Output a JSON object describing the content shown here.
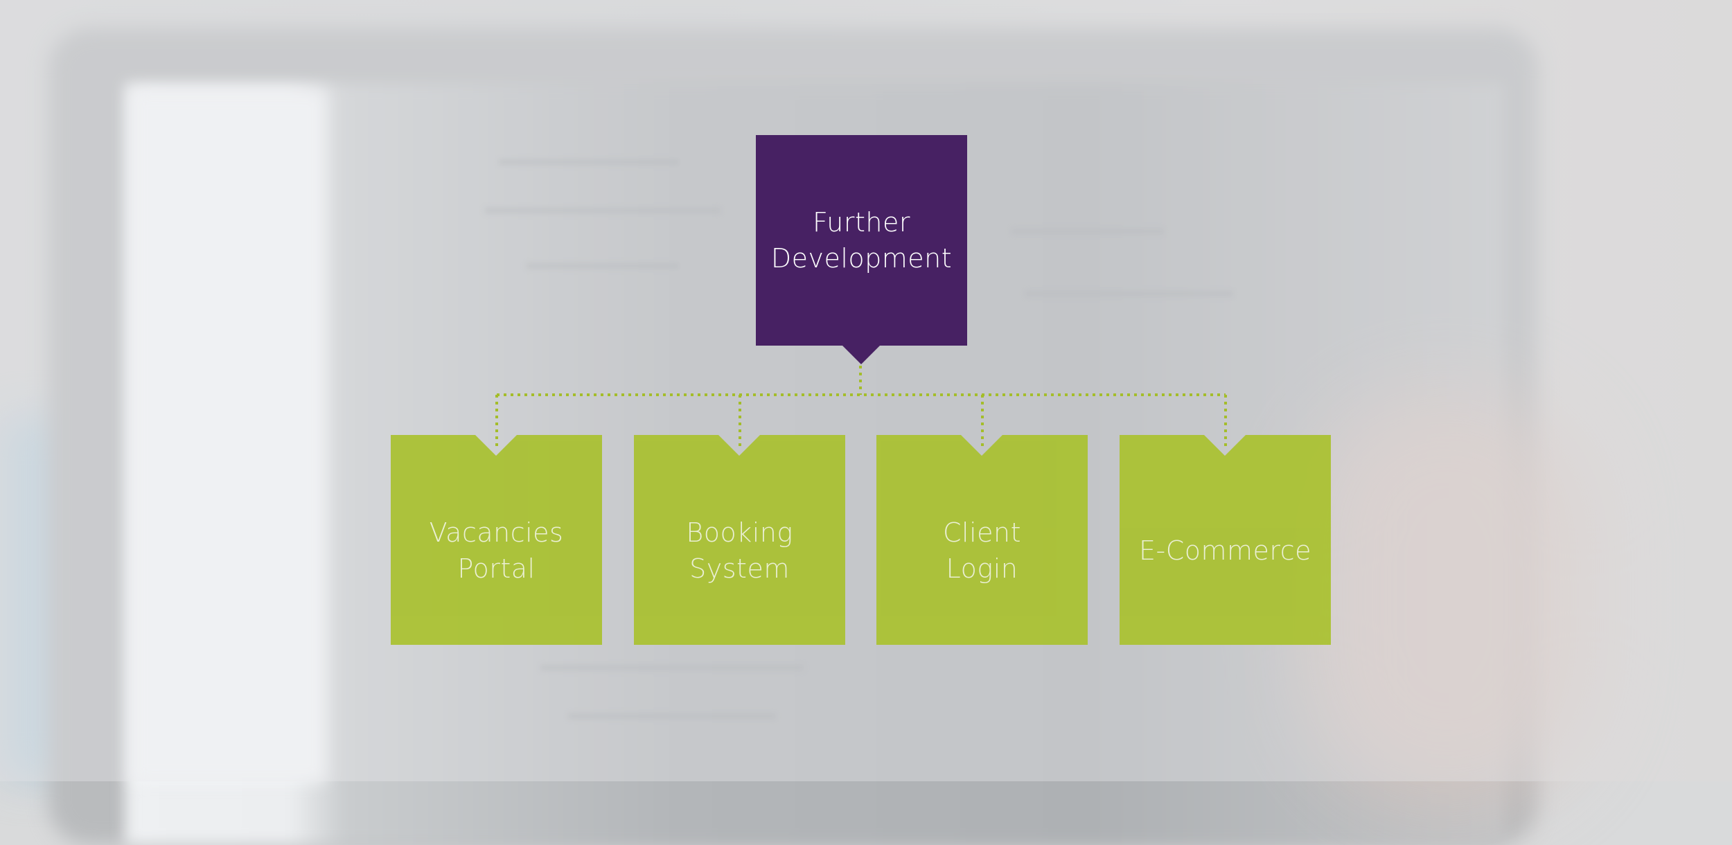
{
  "colors": {
    "root": "#472163",
    "children": "#a9c12f",
    "connector": "#a4bd2a",
    "label": "#ffffff"
  },
  "diagram": {
    "root": {
      "label": "Further\nDevelopment"
    },
    "children": [
      {
        "label": "Vacancies\nPortal"
      },
      {
        "label": "Booking\nSystem"
      },
      {
        "label": "Client\nLogin"
      },
      {
        "label": "E-Commerce"
      }
    ]
  }
}
